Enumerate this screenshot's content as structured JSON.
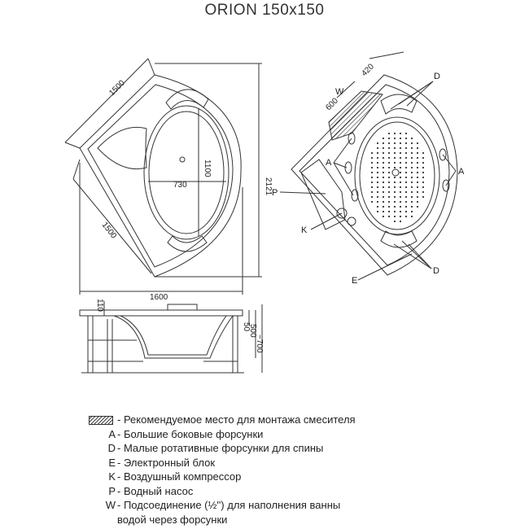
{
  "title": "ORION 150x150",
  "dimensions": {
    "side_top": "1500",
    "side_left": "1500",
    "diagonal": "2121",
    "bottom_width": "1600",
    "inner_width": "730",
    "inner_length": "1100",
    "dist_w": "600",
    "dist_d": "420",
    "height_rim": "110",
    "height_50": "50",
    "height_500": "500",
    "height_total": "~700"
  },
  "callouts": {
    "D": "D",
    "W": "W",
    "A": "A",
    "P": "P",
    "K": "K",
    "E": "E"
  },
  "legend": {
    "hatch_text": "- Рекомендуемое место для монтажа смесителя",
    "items": [
      {
        "key": "A",
        "text": "- Большие боковые форсунки"
      },
      {
        "key": "D",
        "text": "- Малые ротативные форсунки для спины"
      },
      {
        "key": "E",
        "text": "- Электронный блок"
      },
      {
        "key": "K",
        "text": "- Воздушный компрессор"
      },
      {
        "key": "P",
        "text": "- Водный насос"
      },
      {
        "key": "W",
        "text": "- Подсоединение (½'') для наполнения ванны"
      }
    ],
    "continuation": "водой через форсунки"
  }
}
